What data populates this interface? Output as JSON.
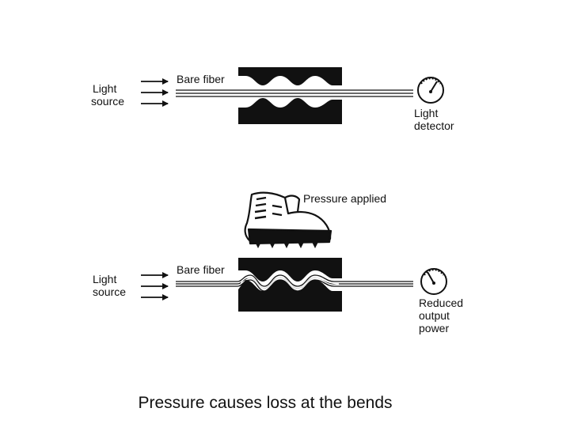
{
  "top_panel": {
    "source_label": [
      "Light",
      "source"
    ],
    "fiber_label": "Bare fiber",
    "detector_label": [
      "Light",
      "detector"
    ]
  },
  "bottom_panel": {
    "pressure_label": "Pressure applied",
    "source_label": [
      "Light",
      "source"
    ],
    "fiber_label": "Bare fiber",
    "output_label": [
      "Reduced",
      "output",
      "power"
    ]
  },
  "caption": "Pressure causes loss at the bends"
}
